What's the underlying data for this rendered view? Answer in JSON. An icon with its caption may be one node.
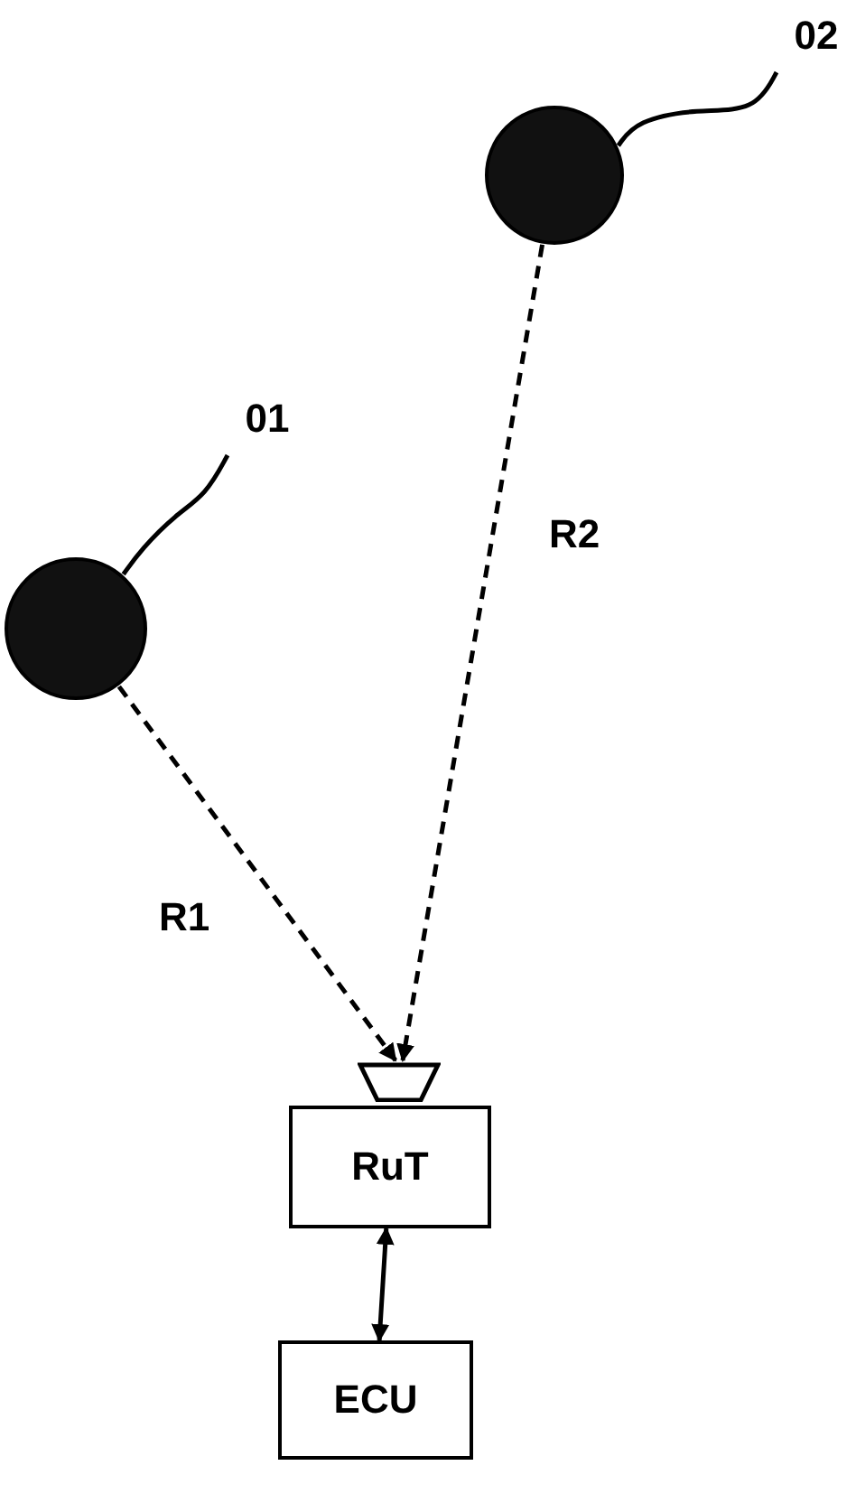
{
  "diagram": {
    "nodes": [
      {
        "text": [
          "01"
        ]
      },
      {
        "text": [],
        "shape": "circle"
      },
      {
        "text": [
          "02"
        ]
      },
      {
        "text": [],
        "shape": "circle"
      },
      {
        "text": [],
        "shape": "trapezoid"
      },
      {
        "text": [
          "RuT"
        ]
      },
      {
        "text": [
          "ECU"
        ]
      }
    ],
    "edges": [
      {
        "from": 0,
        "to": 1,
        "arrow": "none"
      },
      {
        "from": 2,
        "to": 3,
        "arrow": "none"
      },
      {
        "from": 1,
        "to": 4,
        "arrow": "to",
        "label": "R1",
        "style": "dashed"
      },
      {
        "from": 3,
        "to": 4,
        "arrow": "to",
        "label": "R2",
        "style": "dashed"
      },
      {
        "from": 5,
        "to": 6,
        "arrow": "both"
      }
    ]
  }
}
